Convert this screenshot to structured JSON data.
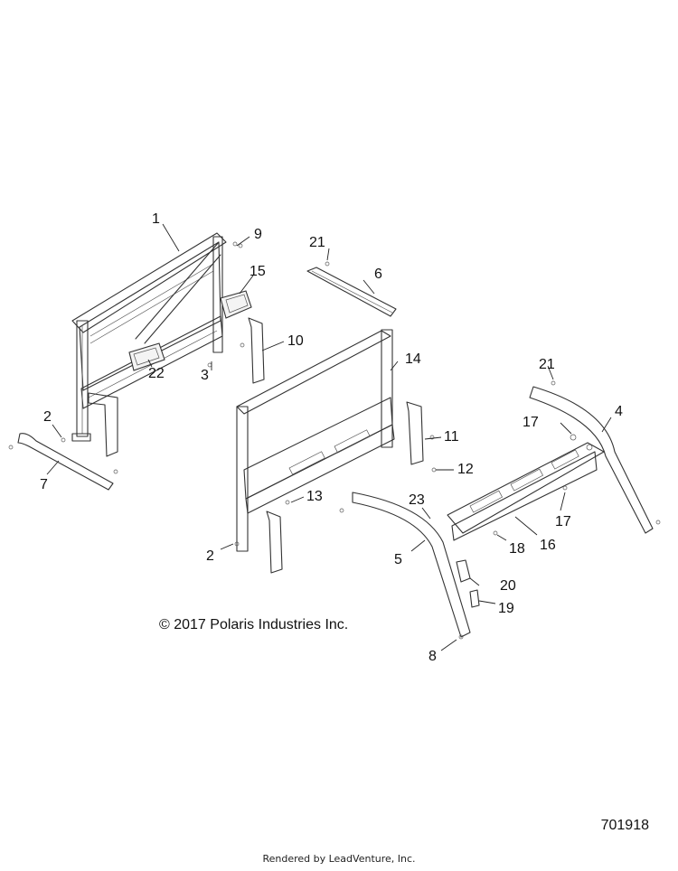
{
  "callouts": [
    "1",
    "2",
    "2",
    "3",
    "4",
    "5",
    "6",
    "7",
    "8",
    "9",
    "10",
    "11",
    "12",
    "13",
    "14",
    "15",
    "16",
    "17",
    "17",
    "18",
    "19",
    "20",
    "21",
    "21",
    "22",
    "23"
  ],
  "copyright": "© 2017 Polaris Industries Inc.",
  "rendered_by": "Rendered by LeadVenture, Inc.",
  "drawing_number": "701918"
}
